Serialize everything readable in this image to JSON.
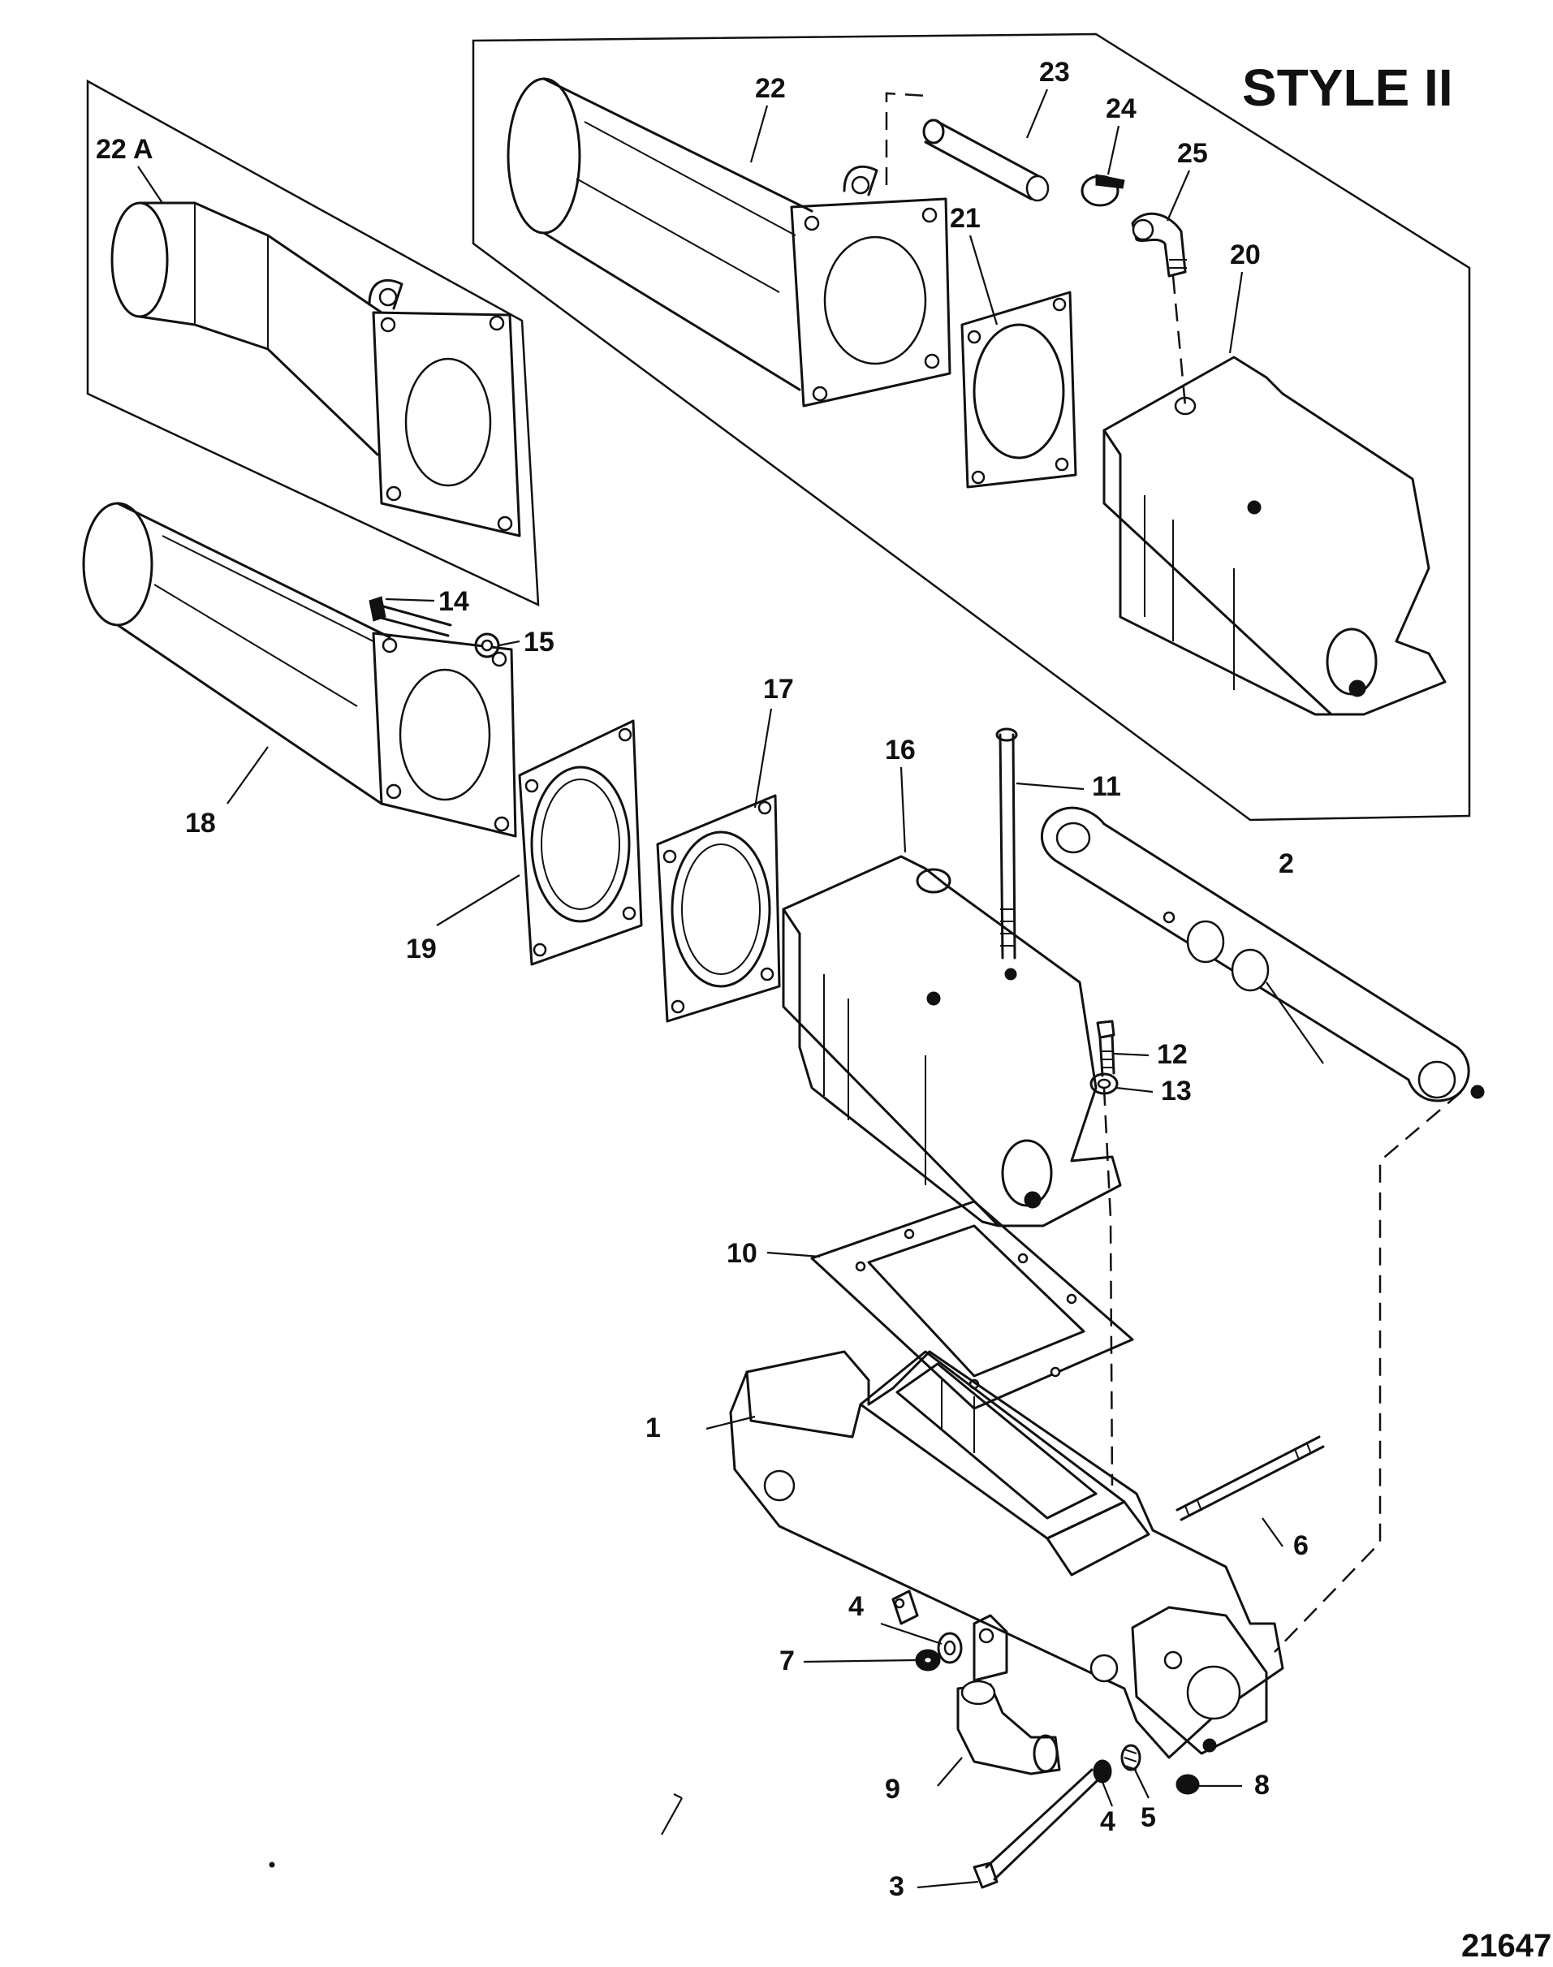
{
  "title": "STYLE II",
  "figure_number": "21647",
  "callouts": {
    "c1": "1",
    "c2": "2",
    "c3": "3",
    "c4a": "4",
    "c4b": "4",
    "c5": "5",
    "c6": "6",
    "c7": "7",
    "c8": "8",
    "c9": "9",
    "c10": "10",
    "c11": "11",
    "c12": "12",
    "c13": "13",
    "c14": "14",
    "c15": "15",
    "c16": "16",
    "c17": "17",
    "c18": "18",
    "c19": "19",
    "c20": "20",
    "c21": "21",
    "c22": "22",
    "c22a": "22 A",
    "c23": "23",
    "c24": "24",
    "c25": "25"
  }
}
